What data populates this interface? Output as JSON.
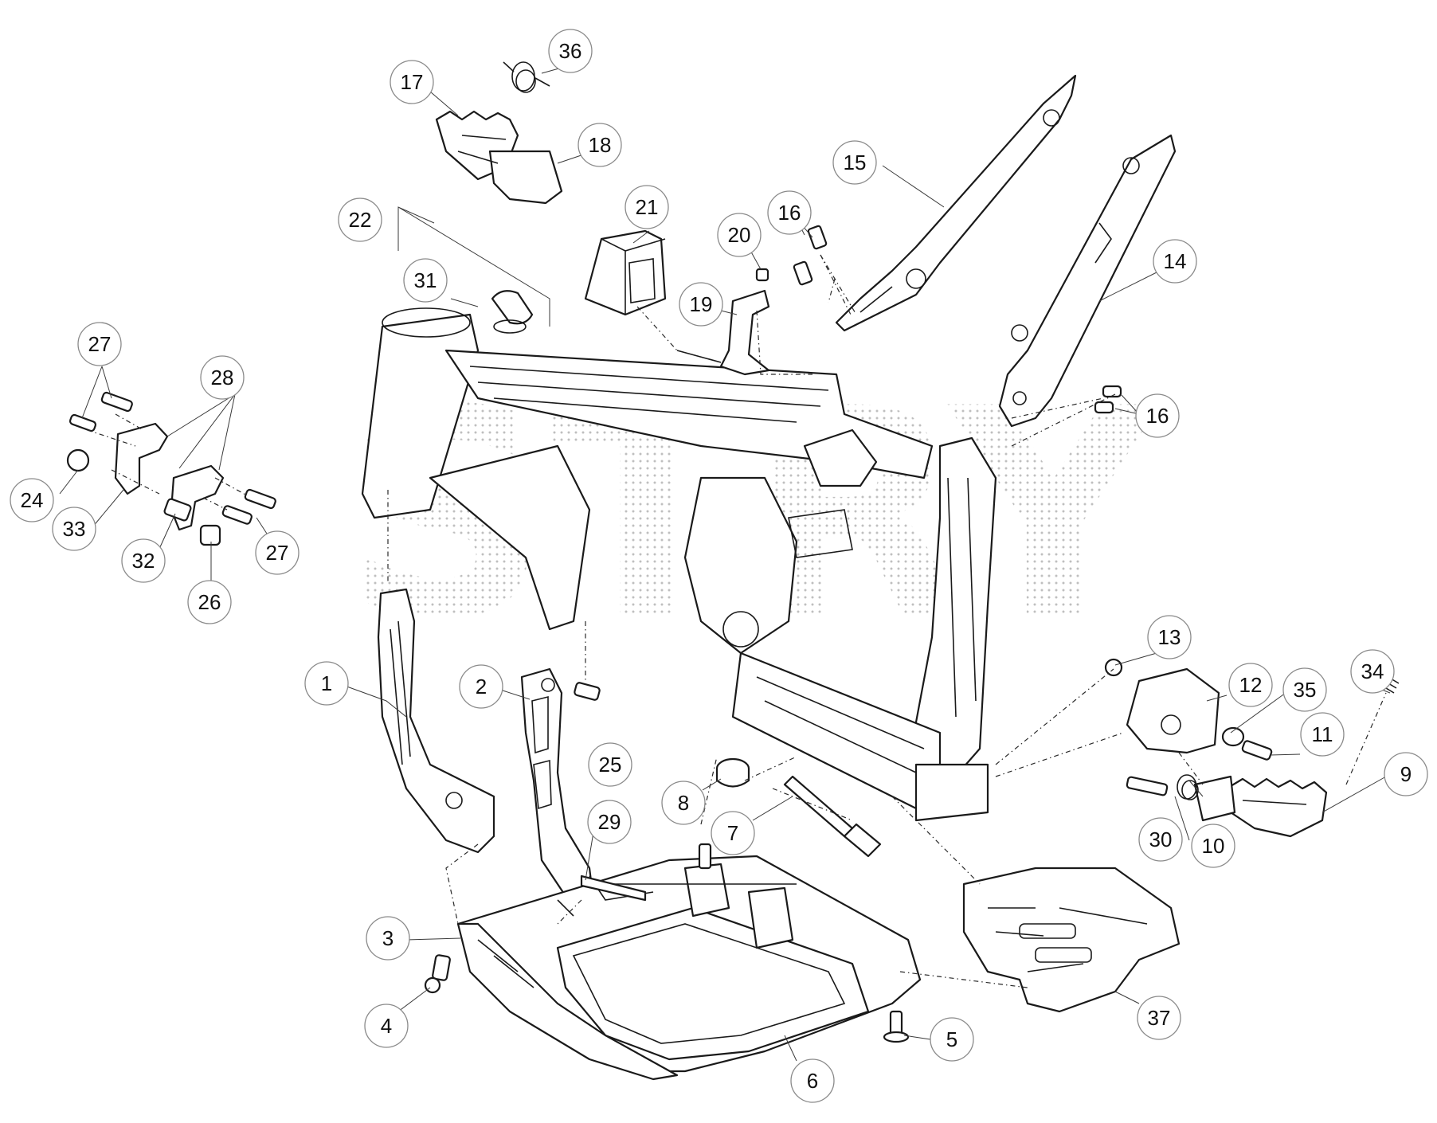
{
  "watermark": "STRY",
  "callouts": [
    {
      "label": "1"
    },
    {
      "label": "2"
    },
    {
      "label": "3"
    },
    {
      "label": "4"
    },
    {
      "label": "5"
    },
    {
      "label": "6"
    },
    {
      "label": "7"
    },
    {
      "label": "8"
    },
    {
      "label": "9"
    },
    {
      "label": "10"
    },
    {
      "label": "11"
    },
    {
      "label": "12"
    },
    {
      "label": "13"
    },
    {
      "label": "14"
    },
    {
      "label": "15"
    },
    {
      "label": "16"
    },
    {
      "label": "16"
    },
    {
      "label": "17"
    },
    {
      "label": "18"
    },
    {
      "label": "19"
    },
    {
      "label": "20"
    },
    {
      "label": "21"
    },
    {
      "label": "22"
    },
    {
      "label": "24"
    },
    {
      "label": "25"
    },
    {
      "label": "26"
    },
    {
      "label": "27"
    },
    {
      "label": "27"
    },
    {
      "label": "28"
    },
    {
      "label": "29"
    },
    {
      "label": "30"
    },
    {
      "label": "31"
    },
    {
      "label": "32"
    },
    {
      "label": "33"
    },
    {
      "label": "34"
    },
    {
      "label": "35"
    },
    {
      "label": "36"
    },
    {
      "label": "37"
    }
  ]
}
